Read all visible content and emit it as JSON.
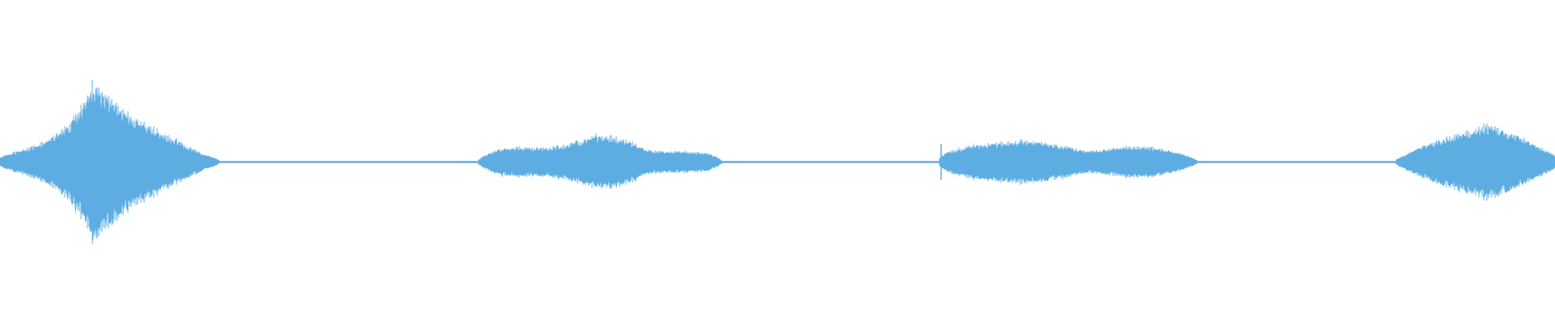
{
  "waveform": {
    "color": "#5DADE2",
    "background": "#FFFFFF",
    "baseline_level": 0.012,
    "segments": [
      {
        "name": "burst-1",
        "start": 0.0,
        "end": 0.141,
        "envelope": [
          [
            0.0,
            0.05
          ],
          [
            0.005,
            0.09
          ],
          [
            0.015,
            0.14
          ],
          [
            0.025,
            0.2
          ],
          [
            0.035,
            0.3
          ],
          [
            0.045,
            0.45
          ],
          [
            0.052,
            0.62
          ],
          [
            0.057,
            0.8
          ],
          [
            0.06,
            0.92
          ],
          [
            0.066,
            0.8
          ],
          [
            0.075,
            0.65
          ],
          [
            0.085,
            0.52
          ],
          [
            0.097,
            0.4
          ],
          [
            0.11,
            0.28
          ],
          [
            0.122,
            0.17
          ],
          [
            0.132,
            0.08
          ],
          [
            0.138,
            0.05
          ],
          [
            0.141,
            0.02
          ]
        ]
      },
      {
        "name": "burst-2",
        "start": 0.308,
        "end": 0.464,
        "envelope": [
          [
            0.308,
            0.03
          ],
          [
            0.312,
            0.08
          ],
          [
            0.32,
            0.14
          ],
          [
            0.33,
            0.17
          ],
          [
            0.345,
            0.16
          ],
          [
            0.36,
            0.18
          ],
          [
            0.372,
            0.24
          ],
          [
            0.385,
            0.3
          ],
          [
            0.395,
            0.29
          ],
          [
            0.405,
            0.24
          ],
          [
            0.415,
            0.14
          ],
          [
            0.425,
            0.12
          ],
          [
            0.44,
            0.12
          ],
          [
            0.455,
            0.1
          ],
          [
            0.461,
            0.06
          ],
          [
            0.464,
            0.02
          ]
        ]
      },
      {
        "name": "burst-3",
        "start": 0.604,
        "end": 0.77,
        "envelope": [
          [
            0.604,
            0.05
          ],
          [
            0.61,
            0.12
          ],
          [
            0.62,
            0.17
          ],
          [
            0.64,
            0.22
          ],
          [
            0.657,
            0.25
          ],
          [
            0.67,
            0.22
          ],
          [
            0.685,
            0.18
          ],
          [
            0.7,
            0.12
          ],
          [
            0.712,
            0.14
          ],
          [
            0.725,
            0.18
          ],
          [
            0.74,
            0.17
          ],
          [
            0.755,
            0.12
          ],
          [
            0.765,
            0.06
          ],
          [
            0.77,
            0.02
          ]
        ]
      },
      {
        "name": "burst-4",
        "start": 0.898,
        "end": 1.0,
        "envelope": [
          [
            0.898,
            0.03
          ],
          [
            0.905,
            0.1
          ],
          [
            0.915,
            0.18
          ],
          [
            0.93,
            0.28
          ],
          [
            0.945,
            0.36
          ],
          [
            0.955,
            0.42
          ],
          [
            0.965,
            0.38
          ],
          [
            0.975,
            0.3
          ],
          [
            0.985,
            0.22
          ],
          [
            0.993,
            0.14
          ],
          [
            1.0,
            0.08
          ]
        ]
      }
    ],
    "spikes": [
      {
        "position": 0.605,
        "level": 0.22
      }
    ]
  }
}
